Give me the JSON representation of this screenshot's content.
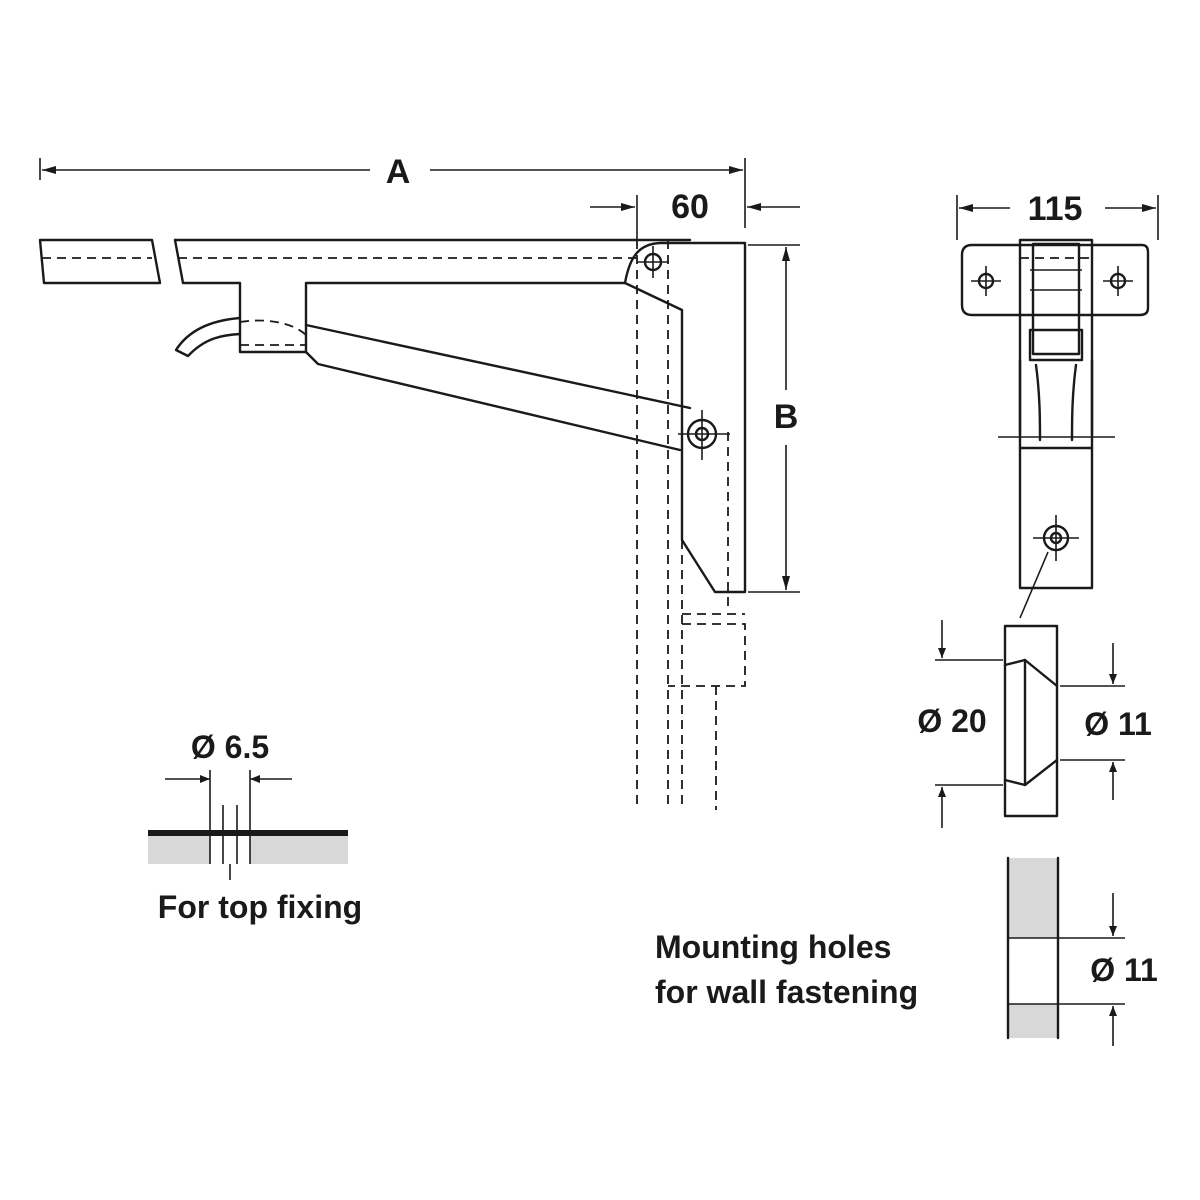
{
  "dimensions": {
    "length": "A",
    "height": "B",
    "offset": "60",
    "plate_width": "115",
    "top_hole": "Ø 6.5",
    "outer_diameter": "Ø 20",
    "inner_diameter": "Ø 11",
    "wall_hole": "Ø 11"
  },
  "captions": {
    "top_fixing": "For top fixing",
    "mounting_line1": "Mounting holes",
    "mounting_line2": "for wall fastening"
  }
}
